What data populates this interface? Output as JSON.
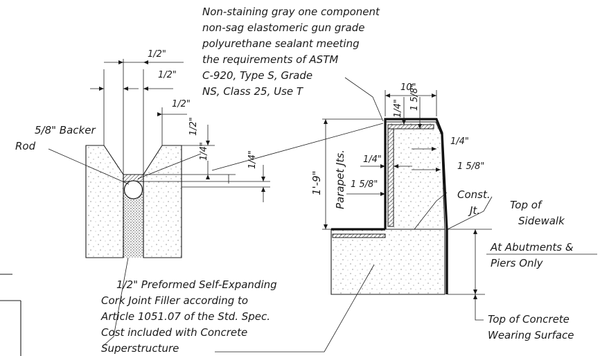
{
  "notes": {
    "sealant": [
      "Non-staining gray one component",
      "non-sag elastomeric gun grade",
      "polyurethane sealant meeting",
      "the requirements of ASTM",
      "C-920, Type S, Grade",
      "NS, Class 25, Use T"
    ],
    "backer_rod": [
      "5/8\" Backer",
      "Rod"
    ],
    "cork_filler": [
      "1/2\" Preformed Self-Expanding",
      "Cork Joint Filler according to",
      "Article 1051.07 of the Std. Spec.",
      "Cost included with Concrete",
      "Superstructure"
    ],
    "const_jt": [
      "Const.",
      "Jt."
    ],
    "top_sidewalk": [
      "Top of",
      "Sidewalk"
    ],
    "abutments": [
      "At Abutments &",
      "Piers Only"
    ],
    "top_concrete": [
      "Top of Concrete",
      "Wearing Surface"
    ]
  },
  "dims": {
    "half_a": "1/2\"",
    "half_b": "1/2\"",
    "half_c": "1/2\"",
    "half_d": "1/2\"",
    "quarter_a": "1/4\"",
    "quarter_b": "1/4\"",
    "ten": "10\"",
    "parapet_quarter_top": "1/4\"",
    "parapet_five_eighths_top": "1 5/8\"",
    "parapet_quarter_right": "1/4\"",
    "parapet_five_eighths_right": "1 5/8\"",
    "parapet_quarter_left": "1/4\"",
    "parapet_five_eighths_left": "1 5/8\"",
    "height": "1'-9\"",
    "parapet_jts": "Parapet Jts."
  }
}
